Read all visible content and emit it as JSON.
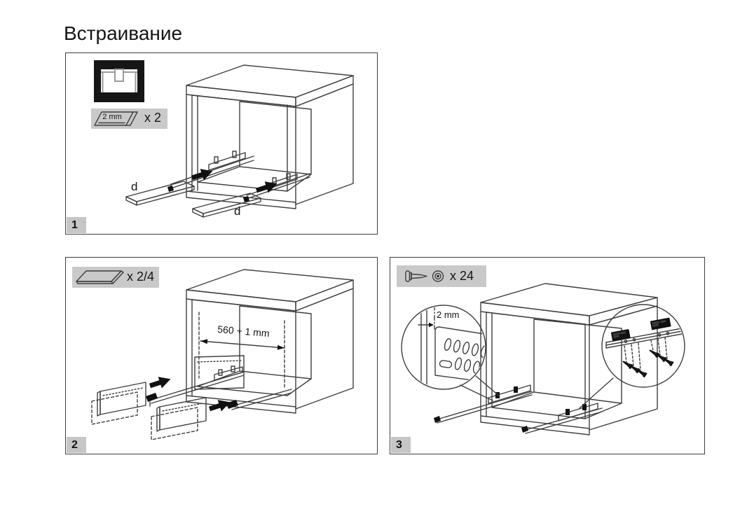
{
  "title": "Встраивание",
  "colors": {
    "line": "#3f3f3f",
    "label_box_bg": "#c9c9c9",
    "badge_bg": "#c6c6c6",
    "panel_gray": "#909090",
    "black": "#111111",
    "background": "#ffffff"
  },
  "steps": {
    "step1": {
      "badge": "1",
      "spacer_size": "2 mm",
      "spacer_qty": "x 2",
      "board_label_left": "d",
      "board_label_right": "d"
    },
    "step2": {
      "badge": "2",
      "panel_qty": "x 2/4",
      "inner_width_dim": "560 + 1 mm"
    },
    "step3": {
      "badge": "3",
      "screw_qty": "x 24",
      "gap_dim": "2 mm"
    }
  },
  "icons": {
    "step1": [
      "cabinet-front-icon",
      "spacer-icon"
    ],
    "step2": [
      "panel-icon"
    ],
    "step3": [
      "screw-side-icon",
      "screw-head-icon"
    ]
  }
}
